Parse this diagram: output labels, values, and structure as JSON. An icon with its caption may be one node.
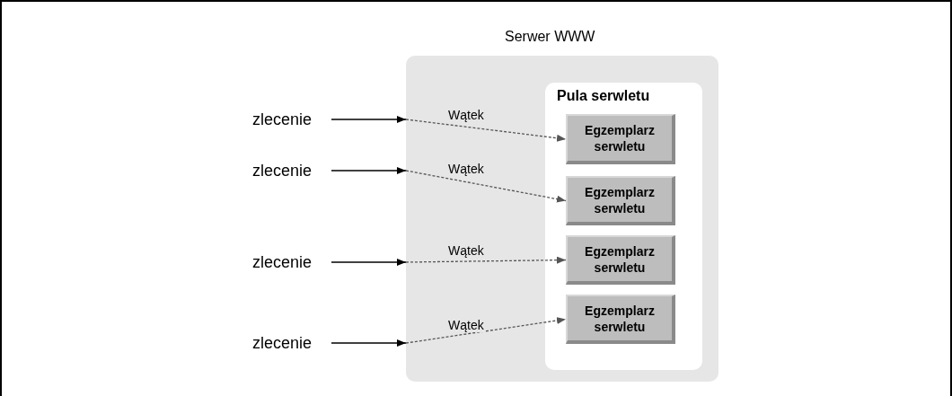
{
  "diagram": {
    "nodes": [
      {
        "text": [
          "Serwer WWW"
        ]
      },
      {
        "text": [
          "Pula serwletu"
        ],
        "in": 0
      },
      {
        "text": [
          "Egzemplarz serwletu"
        ],
        "in": 1
      },
      {
        "text": [
          "Egzemplarz serwletu"
        ],
        "in": 1
      },
      {
        "text": [
          "Egzemplarz serwletu"
        ],
        "in": 1
      },
      {
        "text": [
          "Egzemplarz serwletu"
        ],
        "in": 1
      },
      {
        "text": [
          "zlecenie"
        ]
      },
      {
        "text": [
          "zlecenie"
        ]
      },
      {
        "text": [
          "zlecenie"
        ]
      },
      {
        "text": [
          "zlecenie"
        ]
      }
    ],
    "edges": [
      {
        "from": 6,
        "to": 0,
        "arrow": "to"
      },
      {
        "from": 7,
        "to": 0,
        "arrow": "to"
      },
      {
        "from": 8,
        "to": 0,
        "arrow": "to"
      },
      {
        "from": 9,
        "to": 0,
        "arrow": "to"
      },
      {
        "from": 0,
        "to": 2,
        "arrow": "to",
        "label": "Wątek",
        "style": "dashed",
        "color": "#555555"
      },
      {
        "from": 0,
        "to": 3,
        "arrow": "to",
        "label": "Wątek",
        "style": "dashed",
        "color": "#555555"
      },
      {
        "from": 0,
        "to": 4,
        "arrow": "to",
        "label": "Wątek",
        "style": "dashed",
        "color": "#555555"
      },
      {
        "from": 0,
        "to": 5,
        "arrow": "to",
        "label": "Wątek",
        "style": "dashed",
        "color": "#555555"
      }
    ]
  }
}
